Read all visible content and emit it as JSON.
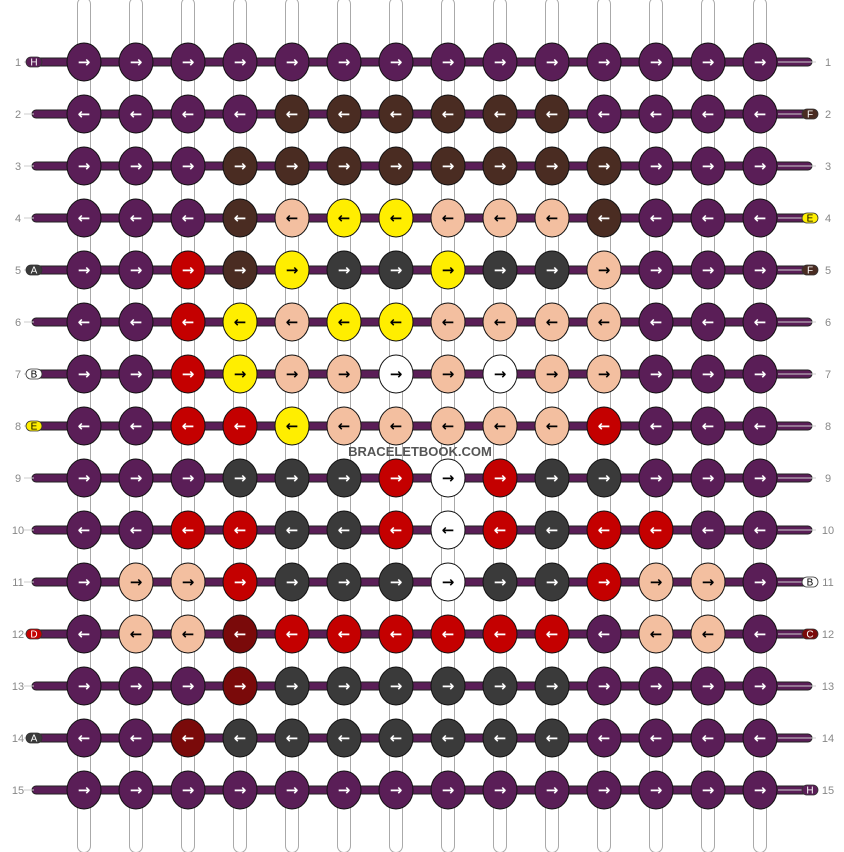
{
  "pattern": {
    "watermark": "BRACELETBOOK.COM",
    "colors": {
      "H": "#5a1e57",
      "F": "#4a2c22",
      "E": "#ffee00",
      "A": "#3a3a3a",
      "B": "#ffffff",
      "D": "#c40000",
      "C": "#f3bfa0",
      "G": "#7a0a0a"
    },
    "left_strands": [
      {
        "row": 1,
        "letter": "H",
        "color": "H"
      },
      {
        "row": 5,
        "letter": "A",
        "color": "A"
      },
      {
        "row": 7,
        "letter": "B",
        "color": "B"
      },
      {
        "row": 8,
        "letter": "E",
        "color": "E"
      },
      {
        "row": 12,
        "letter": "D",
        "color": "D"
      },
      {
        "row": 14,
        "letter": "A",
        "color": "A"
      }
    ],
    "right_strands": [
      {
        "row": 2,
        "letter": "F",
        "color": "F"
      },
      {
        "row": 4,
        "letter": "E",
        "color": "E"
      },
      {
        "row": 5,
        "letter": "F",
        "color": "F"
      },
      {
        "row": 11,
        "letter": "B",
        "color": "B"
      },
      {
        "row": 12,
        "letter": "C",
        "color": "G"
      },
      {
        "row": 15,
        "letter": "H",
        "color": "H"
      }
    ],
    "rows": [
      {
        "label": "1",
        "dir": "R",
        "knots": "HHHHHHHHHHHHHH"
      },
      {
        "label": "2",
        "dir": "L",
        "knots": "HHHHFFFFFFHHHH"
      },
      {
        "label": "3",
        "dir": "R",
        "knots": "HHHFFFFFFFFHHH"
      },
      {
        "label": "4",
        "dir": "L",
        "knots": "HHHFCEECCCFHHH"
      },
      {
        "label": "5",
        "dir": "R",
        "knots": "HHDFEAAEAACHHH"
      },
      {
        "label": "6",
        "dir": "L",
        "knots": "HHDECEECCCCHHH"
      },
      {
        "label": "7",
        "dir": "R",
        "knots": "HHDECCBCBCCHHH"
      },
      {
        "label": "8",
        "dir": "L",
        "knots": "HHDDECCCCCDHHH"
      },
      {
        "label": "9",
        "dir": "R",
        "knots": "HHHAAADBDAAHHH"
      },
      {
        "label": "10",
        "dir": "L",
        "knots": "HHDDAADBDADDHH"
      },
      {
        "label": "11",
        "dir": "R",
        "knots": "HCCDAAABAADCCH"
      },
      {
        "label": "12",
        "dir": "L",
        "knots": "HCCGDDDDDDHCCH"
      },
      {
        "label": "13",
        "dir": "R",
        "knots": "HHHGAAAAAAHHHH"
      },
      {
        "label": "14",
        "dir": "L",
        "knots": "HHGAAAAAAAHHHH"
      },
      {
        "label": "15",
        "dir": "R",
        "knots": "HHHHHHHHHHHHHH"
      }
    ]
  }
}
